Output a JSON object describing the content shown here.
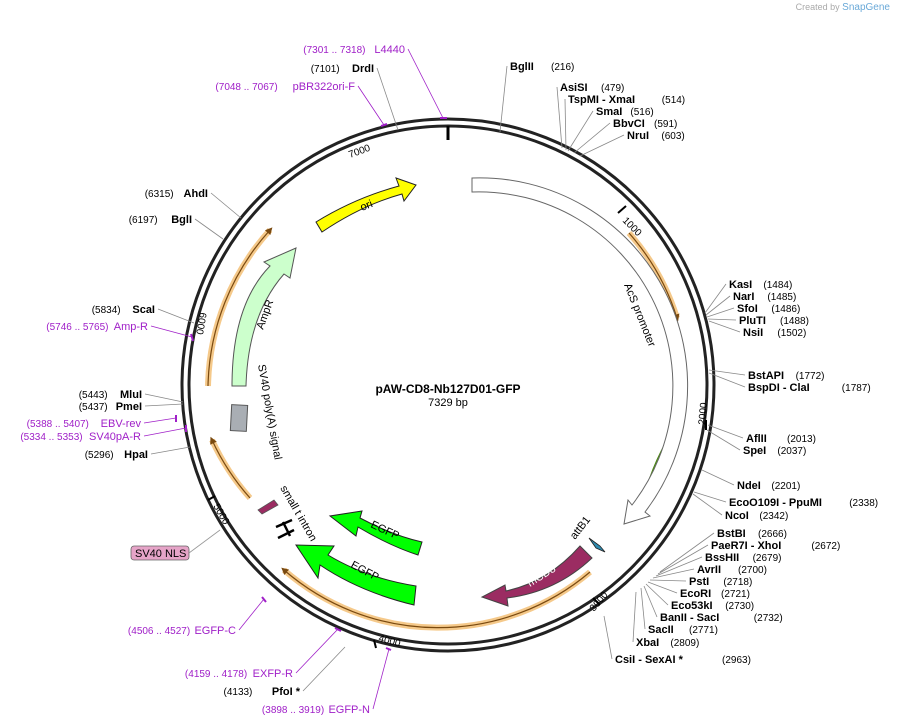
{
  "watermark": {
    "prefix": "Created by",
    "brand": "SnapGene"
  },
  "plasmid": {
    "name": "pAW-CD8-Nb127D01-GFP",
    "size": "7329 bp"
  },
  "ticks": [
    "1000",
    "2000",
    "3000",
    "4000",
    "5000",
    "6000",
    "7000"
  ],
  "features": {
    "ori": "ori",
    "ampr": "AmpR",
    "acs": "AcS promoter",
    "sv40polya": "SV40 poly(A) signal",
    "smallt": "small t intron",
    "egfp1": "EGFP",
    "egfp2": "EGFP",
    "mcd8": "mCD8",
    "attb1": "attB1",
    "sv40nls": "SV40 NLS"
  },
  "enzymes": [
    {
      "id": "bglii",
      "name": "BglII",
      "pos": "(216)"
    },
    {
      "id": "asisi",
      "name": "AsiSI",
      "pos": "(479)"
    },
    {
      "id": "tspmi",
      "name": "TspMI",
      "name2": "XmaI",
      "pos": "(514)"
    },
    {
      "id": "smai",
      "name": "SmaI",
      "pos": "(516)"
    },
    {
      "id": "bbvci",
      "name": "BbvCI",
      "pos": "(591)"
    },
    {
      "id": "nrui",
      "name": "NruI",
      "pos": "(603)"
    },
    {
      "id": "kasi",
      "name": "KasI",
      "pos": "(1484)"
    },
    {
      "id": "nari",
      "name": "NarI",
      "pos": "(1485)"
    },
    {
      "id": "sfoi",
      "name": "SfoI",
      "pos": "(1486)"
    },
    {
      "id": "pluti",
      "name": "PluTI",
      "pos": "(1488)"
    },
    {
      "id": "nsii",
      "name": "NsiI",
      "pos": "(1502)"
    },
    {
      "id": "bstapi",
      "name": "BstAPI",
      "pos": "(1772)"
    },
    {
      "id": "bspdi",
      "name": "BspDI",
      "name2": "ClaI",
      "pos": "(1787)"
    },
    {
      "id": "aflii",
      "name": "AflII",
      "pos": "(2013)"
    },
    {
      "id": "spei",
      "name": "SpeI",
      "pos": "(2037)"
    },
    {
      "id": "ndei",
      "name": "NdeI",
      "pos": "(2201)"
    },
    {
      "id": "eco0109i",
      "name": "EcoO109I",
      "name2": "PpuMI",
      "pos": "(2338)"
    },
    {
      "id": "ncoi",
      "name": "NcoI",
      "pos": "(2342)"
    },
    {
      "id": "bstbi",
      "name": "BstBI",
      "pos": "(2666)"
    },
    {
      "id": "paer7i",
      "name": "PaeR7I",
      "name2": "XhoI",
      "pos": "(2672)"
    },
    {
      "id": "bsshii",
      "name": "BssHII",
      "pos": "(2679)"
    },
    {
      "id": "avrii",
      "name": "AvrII",
      "pos": "(2700)"
    },
    {
      "id": "psti",
      "name": "PstI",
      "pos": "(2718)"
    },
    {
      "id": "ecori",
      "name": "EcoRI",
      "pos": "(2721)"
    },
    {
      "id": "eco53ki",
      "name": "Eco53kI",
      "pos": "(2730)"
    },
    {
      "id": "banii",
      "name": "BanII",
      "name2": "SacI",
      "pos": "(2732)"
    },
    {
      "id": "sacii",
      "name": "SacII",
      "pos": "(2771)"
    },
    {
      "id": "xbai",
      "name": "XbaI",
      "pos": "(2809)"
    },
    {
      "id": "csii",
      "name": "CsiI",
      "name2": "SexAI *",
      "pos": "(2963)"
    },
    {
      "id": "pfoi",
      "name": "PfoI *",
      "pos": "(4133)"
    },
    {
      "id": "hpai",
      "name": "HpaI",
      "pos": "(5296)"
    },
    {
      "id": "pmei",
      "name": "PmeI",
      "pos": "(5437)"
    },
    {
      "id": "mlui",
      "name": "MluI",
      "pos": "(5443)"
    },
    {
      "id": "scai",
      "name": "ScaI",
      "pos": "(5834)"
    },
    {
      "id": "bgli",
      "name": "BglI",
      "pos": "(6197)"
    },
    {
      "id": "ahdi",
      "name": "AhdI",
      "pos": "(6315)"
    },
    {
      "id": "drdi",
      "name": "DrdI",
      "pos": "(7101)"
    }
  ],
  "primers": [
    {
      "id": "l4440",
      "name": "L4440",
      "pos": "(7301 .. 7318)"
    },
    {
      "id": "pbr322",
      "name": "pBR322ori-F",
      "pos": "(7048 .. 7067)"
    },
    {
      "id": "ampr_p",
      "name": "Amp-R",
      "pos": "(5746 .. 5765)"
    },
    {
      "id": "ebv",
      "name": "EBV-rev",
      "pos": "(5388 .. 5407)"
    },
    {
      "id": "sv40pa",
      "name": "SV40pA-R",
      "pos": "(5334 .. 5353)"
    },
    {
      "id": "egfpc",
      "name": "EGFP-C",
      "pos": "(4506 .. 4527)"
    },
    {
      "id": "exfpr",
      "name": "EXFP-R",
      "pos": "(4159 .. 4178)"
    },
    {
      "id": "egfpn",
      "name": "EGFP-N",
      "pos": "(3898 .. 3919)"
    }
  ],
  "colors": {
    "ori": "#ffff00",
    "ampr": "#ccffcc",
    "egfp": "#00ff00",
    "mcd8": "#9b2c62",
    "orf": "#f5c98a",
    "primer": "#a020c8",
    "nls_bg": "#e6a4c8"
  }
}
